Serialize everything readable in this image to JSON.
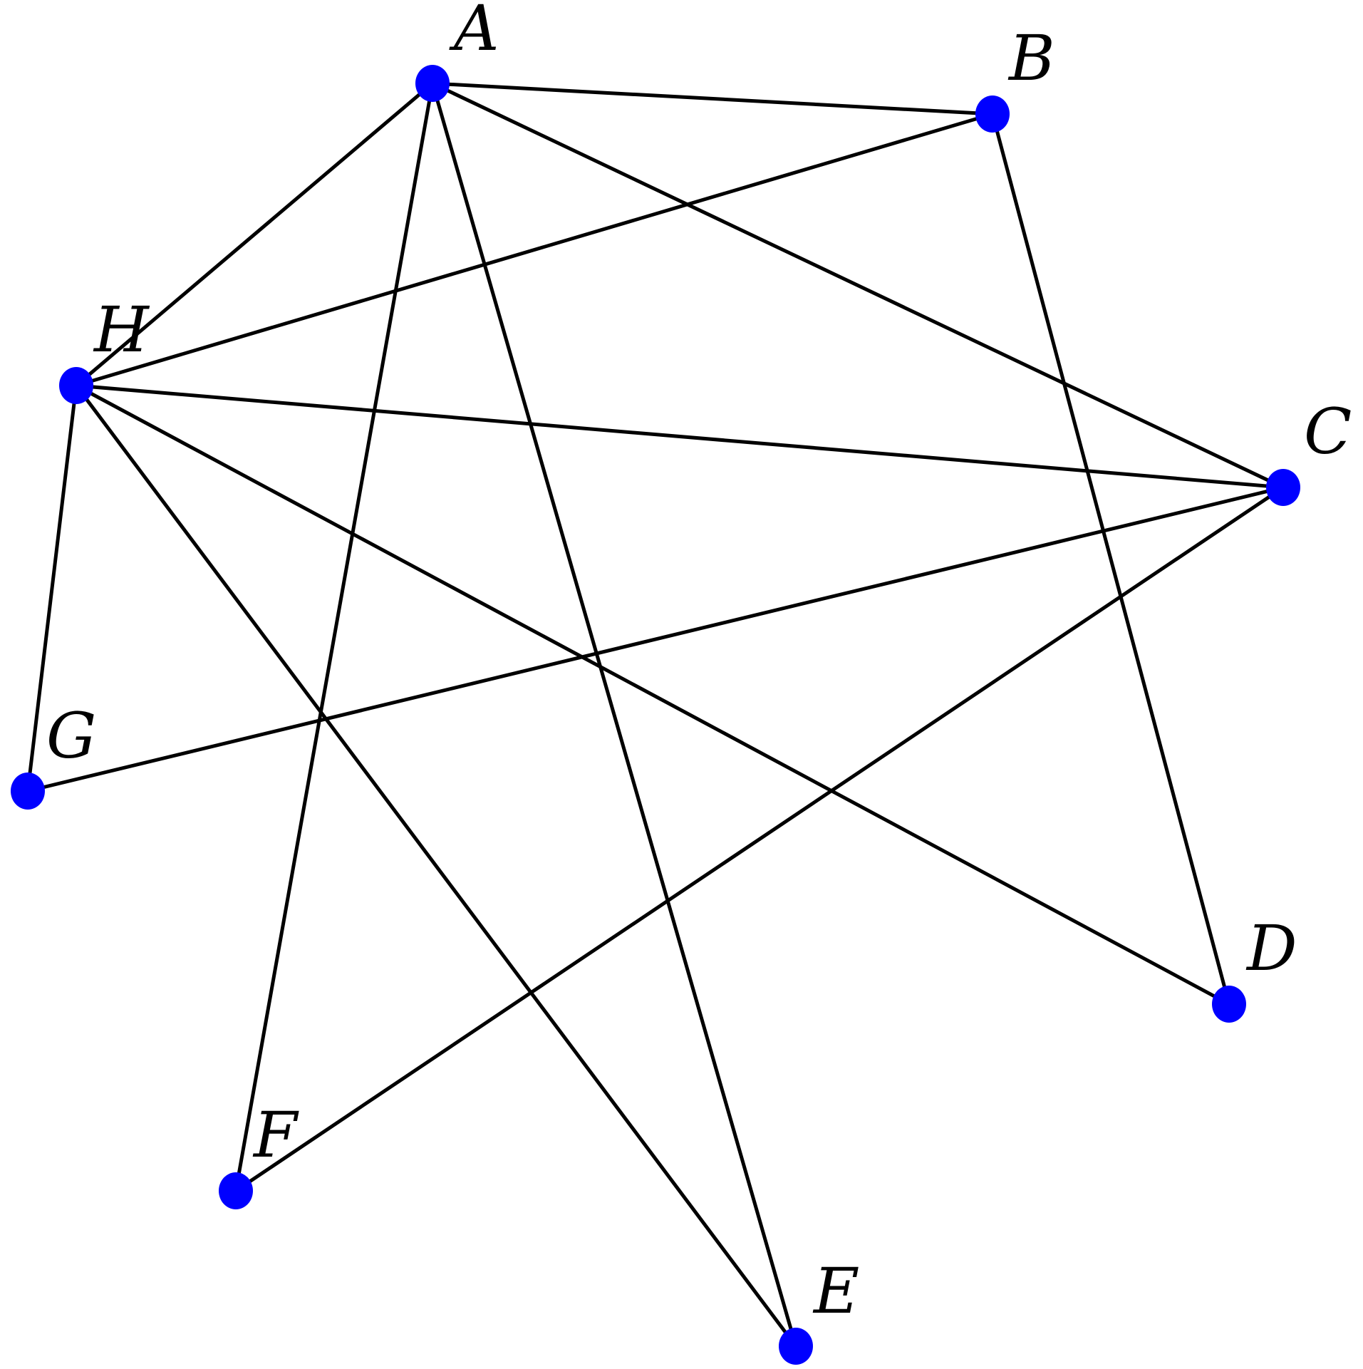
{
  "graph": {
    "node_color": "#0000ff",
    "edge_color": "#000000",
    "nodes": [
      {
        "id": "A",
        "label": "A"
      },
      {
        "id": "B",
        "label": "B"
      },
      {
        "id": "C",
        "label": "C"
      },
      {
        "id": "D",
        "label": "D"
      },
      {
        "id": "E",
        "label": "E"
      },
      {
        "id": "F",
        "label": "F"
      },
      {
        "id": "G",
        "label": "G"
      },
      {
        "id": "H",
        "label": "H"
      }
    ],
    "edges": [
      [
        "A",
        "B"
      ],
      [
        "A",
        "C"
      ],
      [
        "A",
        "E"
      ],
      [
        "A",
        "F"
      ],
      [
        "A",
        "H"
      ],
      [
        "B",
        "D"
      ],
      [
        "B",
        "H"
      ],
      [
        "C",
        "F"
      ],
      [
        "C",
        "G"
      ],
      [
        "C",
        "H"
      ],
      [
        "D",
        "H"
      ],
      [
        "E",
        "H"
      ],
      [
        "G",
        "H"
      ]
    ]
  }
}
